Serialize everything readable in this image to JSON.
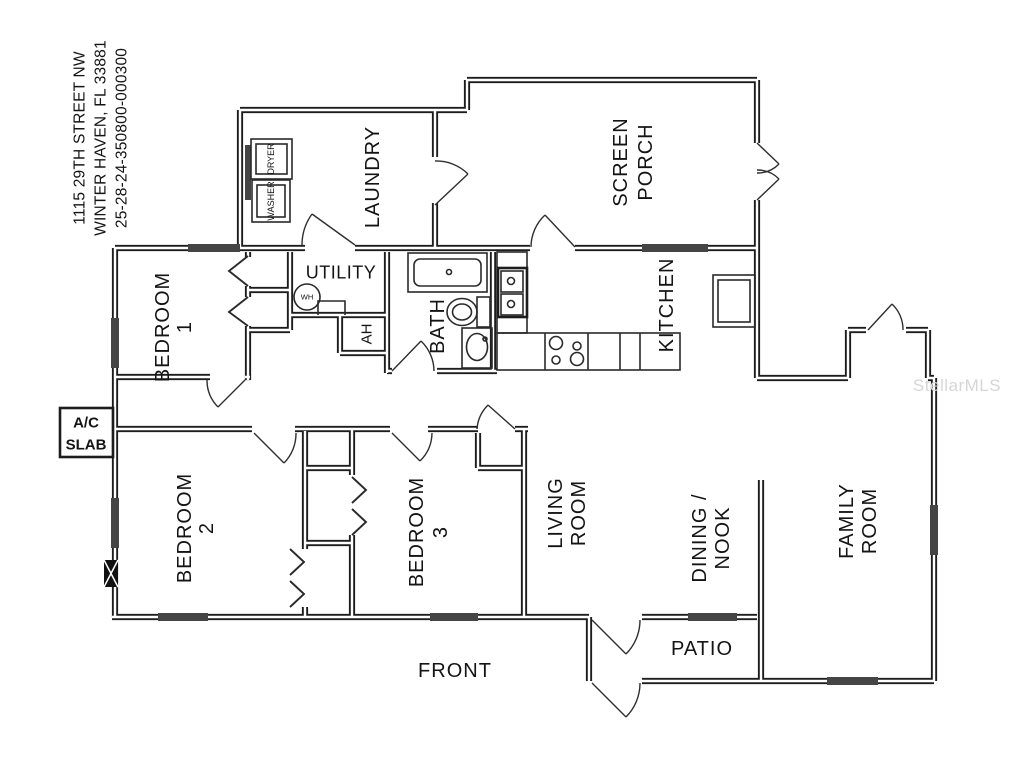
{
  "document": {
    "address": {
      "line1": "1115 29TH STREET NW",
      "line2": "WINTER HAVEN, FL 33881",
      "parcel": "25-28-24-350800-000300"
    },
    "watermark": "StellarMLS",
    "front_label": "FRONT"
  },
  "rooms": {
    "laundry": "LAUNDRY",
    "screen_porch": {
      "l1": "SCREEN",
      "l2": "PORCH"
    },
    "utility": "UTILITY",
    "kitchen": "KITCHEN",
    "bath": "BATH",
    "ah_closet": "AH",
    "bedroom1": {
      "l1": "BEDROOM",
      "l2": "1"
    },
    "bedroom2": {
      "l1": "BEDROOM",
      "l2": "2"
    },
    "bedroom3": {
      "l1": "BEDROOM",
      "l2": "3"
    },
    "living": {
      "l1": "LIVING",
      "l2": "ROOM"
    },
    "dining": {
      "l1": "DINING /",
      "l2": "NOOK"
    },
    "family": {
      "l1": "FAMILY",
      "l2": "ROOM"
    },
    "patio": "PATIO"
  },
  "fixtures": {
    "washer": "WASHER",
    "dryer": "DRYER",
    "water_heater": "WH",
    "ac_slab": {
      "l1": "A/C",
      "l2": "SLAB"
    }
  },
  "colors": {
    "wall": "#1d1d1d",
    "window_fill": "#454545",
    "watermark": "#d6d6d6",
    "background": "#ffffff"
  }
}
